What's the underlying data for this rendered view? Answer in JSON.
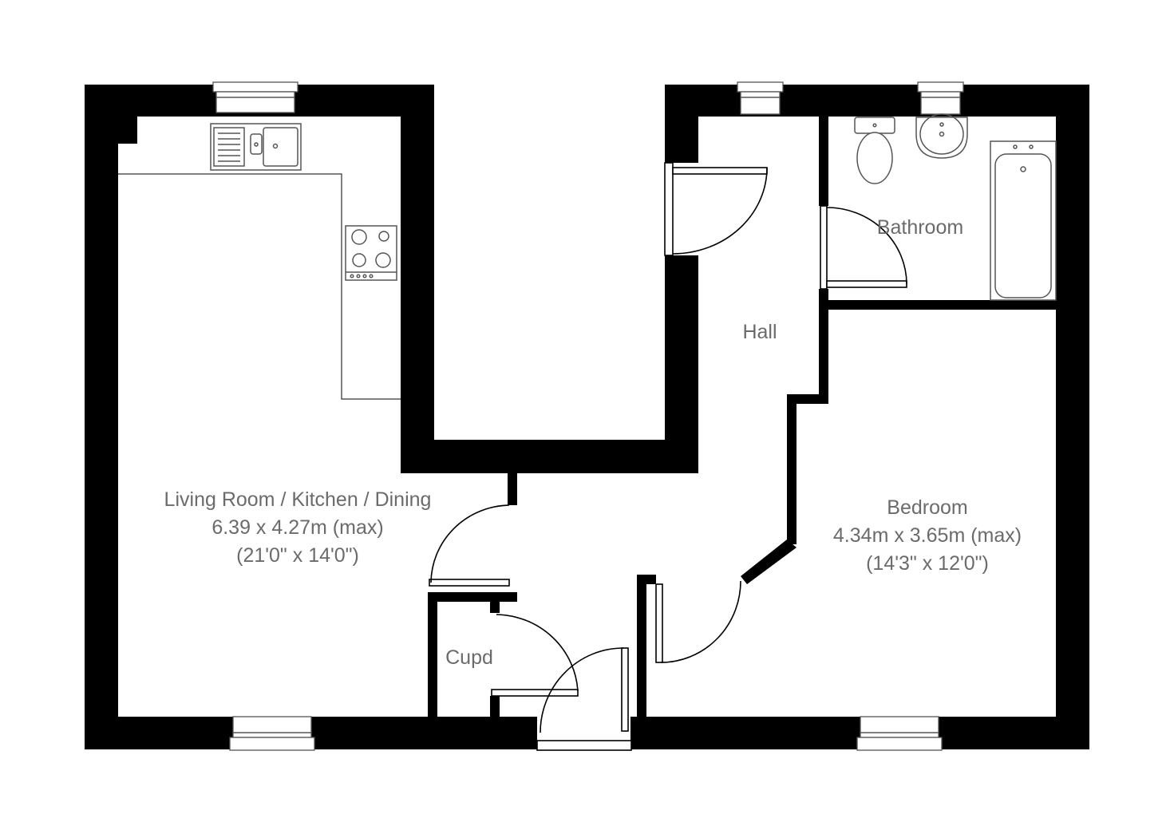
{
  "plan": {
    "colors": {
      "wall": "#000000",
      "label": "#6b6b6b",
      "background": "#ffffff",
      "fixture_line": "#555555"
    },
    "rooms": {
      "living": {
        "name": "Living Room / Kitchen / Dining",
        "size_metric": "6.39 x 4.27m (max)",
        "size_imperial": "(21'0\" x 14'0\")"
      },
      "bedroom": {
        "name": "Bedroom",
        "size_metric": "4.34m x 3.65m (max)",
        "size_imperial": "(14'3\" x 12'0\")"
      },
      "bathroom": {
        "name": "Bathroom"
      },
      "hall": {
        "name": "Hall"
      },
      "cupboard": {
        "name": "Cupd"
      }
    },
    "fixtures": [
      "sink-icon",
      "hob-icon",
      "toilet-icon",
      "basin-icon",
      "bath-icon"
    ]
  }
}
